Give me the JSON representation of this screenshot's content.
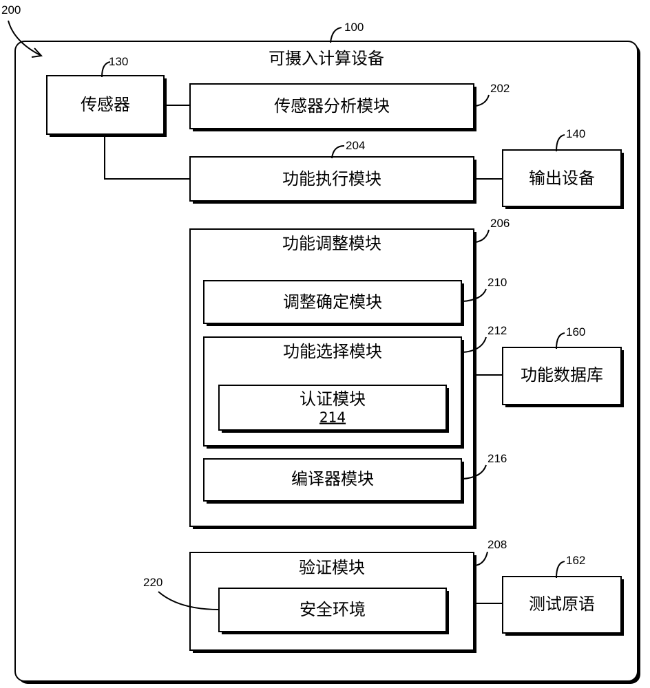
{
  "figure": {
    "ref_outer": "200",
    "device": {
      "title": "可摄入计算设备",
      "ref": "100"
    },
    "sensor": {
      "label": "传感器",
      "ref": "130"
    },
    "sensor_analysis": {
      "label": "传感器分析模块",
      "ref": "202"
    },
    "function_exec": {
      "label": "功能执行模块",
      "ref": "204"
    },
    "output_device": {
      "label": "输出设备",
      "ref": "140"
    },
    "function_adjust": {
      "label": "功能调整模块",
      "ref": "206"
    },
    "adjust_determine": {
      "label": "调整确定模块",
      "ref": "210"
    },
    "function_select": {
      "label": "功能选择模块",
      "ref": "212"
    },
    "auth": {
      "label": "认证模块",
      "ref": "214"
    },
    "compiler": {
      "label": "编译器模块",
      "ref": "216"
    },
    "function_db": {
      "label": "功能数据库",
      "ref": "160"
    },
    "verify": {
      "label": "验证模块",
      "ref": "208"
    },
    "secure_env": {
      "label": "安全环境",
      "ref": "220"
    },
    "test_primitives": {
      "label": "测试原语",
      "ref": "162"
    }
  }
}
